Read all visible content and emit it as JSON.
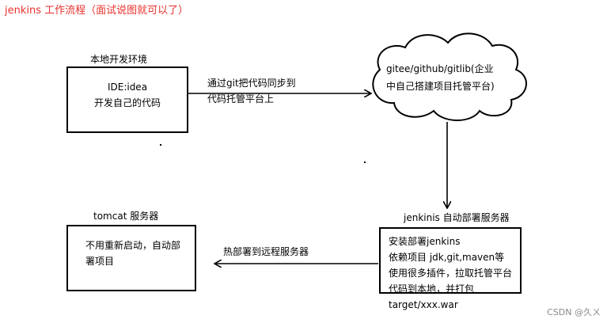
{
  "title": "jenkins 工作流程（面试说图就可以了）",
  "local": {
    "label": "本地开发环境",
    "lines": [
      "IDE:idea",
      "开发自己的代码"
    ]
  },
  "arrow_sync": {
    "lines": [
      "通过git把代码同步到",
      "代码托管平台上"
    ]
  },
  "cloud": {
    "lines": [
      "gitee/github/gitlib(企业",
      "中自己搭建项目托管平台)"
    ]
  },
  "jenkins": {
    "label": "jenkinis 自动部署服务器",
    "lines": [
      "安装部署jenkins",
      "依赖项目 jdk,git,maven等",
      "使用很多插件，拉取托管平台",
      "代码到本地，并打包",
      "target/xxx.war"
    ]
  },
  "arrow_deploy": {
    "label": "热部署到远程服务器"
  },
  "tomcat": {
    "label": "tomcat 服务器",
    "lines": [
      "不用重新启动，自动部",
      "署项目"
    ]
  },
  "watermark": "CSDN @久ㄨ"
}
